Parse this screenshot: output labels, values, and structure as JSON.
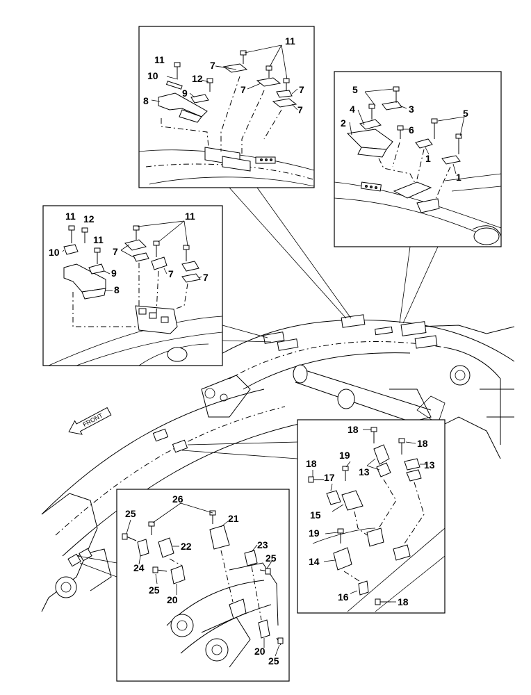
{
  "callouts": {
    "top_center": [
      "11",
      "10",
      "12",
      "9",
      "8",
      "7",
      "7",
      "7",
      "7",
      "11"
    ],
    "top_right": [
      "5",
      "3",
      "4",
      "2",
      "6",
      "5",
      "1",
      "1"
    ],
    "left": [
      "11",
      "12",
      "10",
      "11",
      "9",
      "8",
      "7",
      "7",
      "7",
      "11"
    ],
    "right_lower": [
      "18",
      "18",
      "19",
      "18",
      "17",
      "13",
      "13",
      "15",
      "19",
      "14",
      "16",
      "18"
    ],
    "bottom_center": [
      "26",
      "25",
      "21",
      "22",
      "23",
      "24",
      "25",
      "25",
      "20",
      "20",
      "25"
    ]
  },
  "front_label": "FRONT"
}
